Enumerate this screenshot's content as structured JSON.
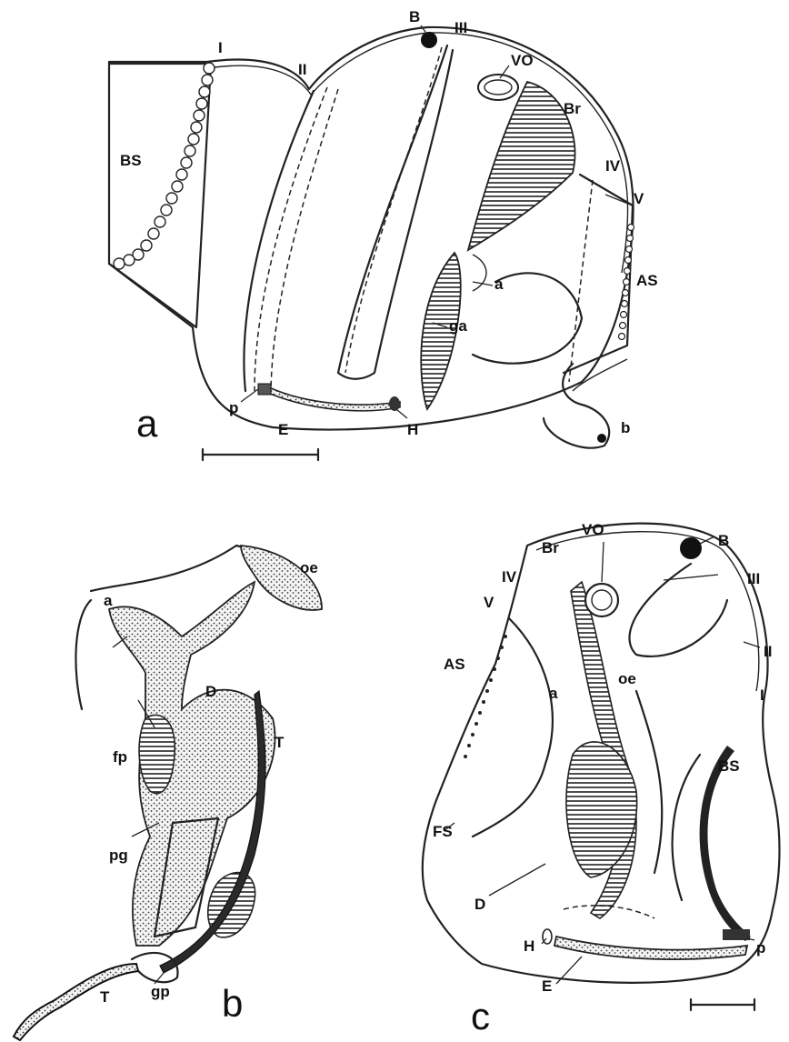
{
  "figure": {
    "panels": [
      {
        "id": "a",
        "letter": "a",
        "labels": [
          "B",
          "III",
          "I",
          "II",
          "VO",
          "Br",
          "BS",
          "IV",
          "V",
          "a",
          "AS",
          "ga",
          "p",
          "E",
          "H",
          "b"
        ]
      },
      {
        "id": "b",
        "letter": "b",
        "labels": [
          "oe",
          "a",
          "D",
          "fp",
          "T",
          "pg",
          "T",
          "gp"
        ]
      },
      {
        "id": "c",
        "letter": "c",
        "labels": [
          "VO",
          "Br",
          "B",
          "IV",
          "III",
          "V",
          "oe",
          "II",
          "AS",
          "a",
          "I",
          "BS",
          "FS",
          "D",
          "H",
          "p",
          "E"
        ]
      }
    ]
  }
}
